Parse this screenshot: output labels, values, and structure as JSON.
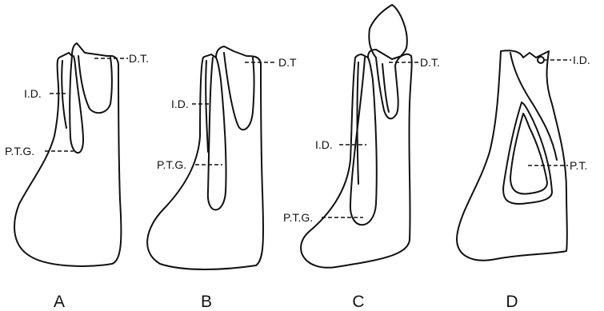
{
  "figure": {
    "panels": [
      {
        "letter": "A",
        "labels": {
          "dt": "D.T.",
          "id": "I.D.",
          "ptg": "P.T.G."
        }
      },
      {
        "letter": "B",
        "labels": {
          "dt": "D.T",
          "id": "I.D.",
          "ptg": "P.T.G."
        }
      },
      {
        "letter": "C",
        "labels": {
          "dt": "D.T.",
          "id": "I.D.",
          "ptg": "P.T.G."
        }
      },
      {
        "letter": "D",
        "labels": {
          "id": "I.D.",
          "pt": "P.T."
        }
      }
    ],
    "colors": {
      "ink": "#111111",
      "background": "#ffffff"
    }
  }
}
